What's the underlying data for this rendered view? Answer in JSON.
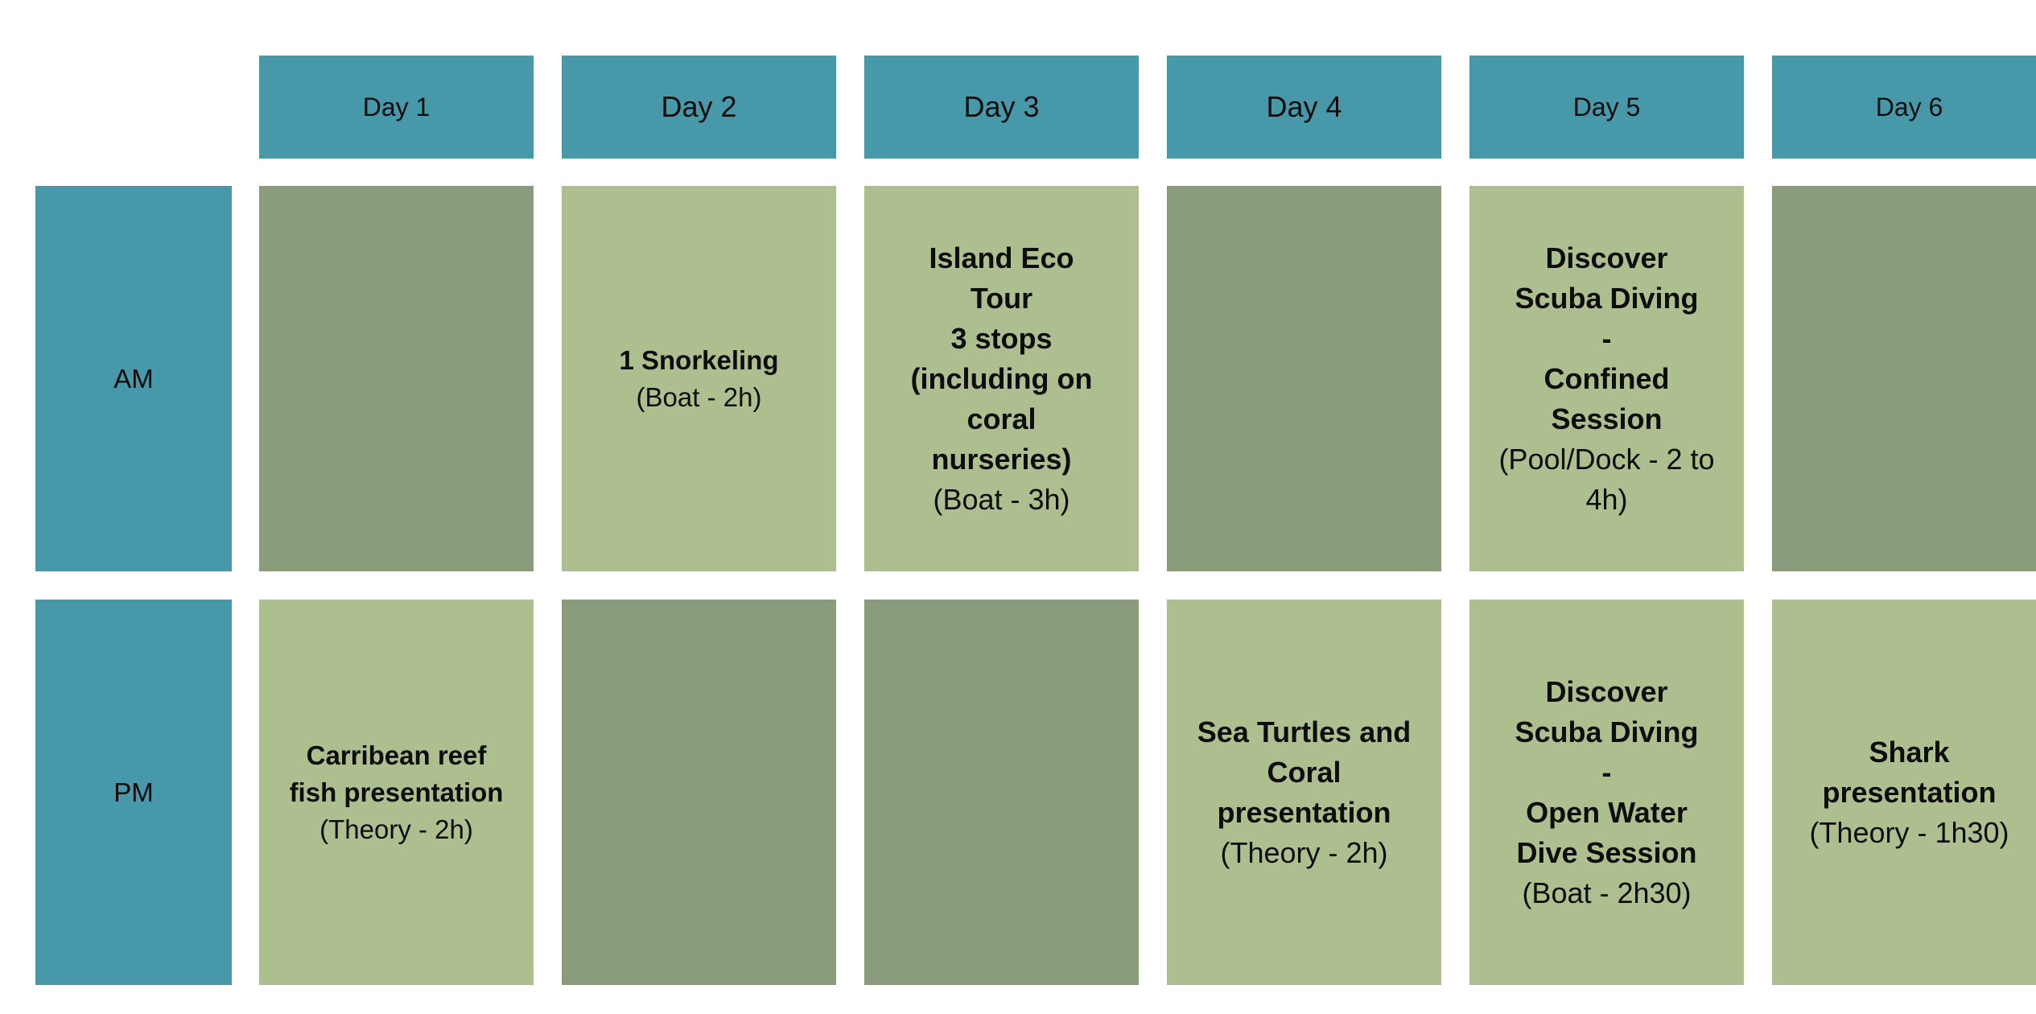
{
  "schedule": {
    "days": [
      "Day 1",
      "Day 2",
      "Day 3",
      "Day 4",
      "Day 5",
      "Day 6"
    ],
    "rows": [
      "AM",
      "PM"
    ],
    "am": [
      {
        "title": "",
        "detail": ""
      },
      {
        "title": "1 Snorkeling",
        "detail": "(Boat - 2h)"
      },
      {
        "title": "Island Eco\nTour\n3 stops\n(including on\ncoral\nnurseries)",
        "detail": "(Boat - 3h)"
      },
      {
        "title": "",
        "detail": ""
      },
      {
        "title": "Discover\nScuba Diving\n-\nConfined\nSession",
        "detail": "(Pool/Dock - 2 to\n4h)"
      },
      {
        "title": "",
        "detail": ""
      }
    ],
    "pm": [
      {
        "title": "Carribean reef\nfish presentation",
        "detail": "(Theory - 2h)"
      },
      {
        "title": "",
        "detail": ""
      },
      {
        "title": "",
        "detail": ""
      },
      {
        "title": "Sea Turtles and\nCoral\npresentation",
        "detail": "(Theory - 2h)"
      },
      {
        "title": "Discover\nScuba Diving\n-\nOpen Water\nDive Session",
        "detail": "(Boat - 2h30)"
      },
      {
        "title": "Shark\npresentation",
        "detail": "(Theory - 1h30)"
      }
    ],
    "colors": {
      "header": "#4799aa",
      "activity": "#aebf8f",
      "free": "#8a9c7b"
    }
  }
}
